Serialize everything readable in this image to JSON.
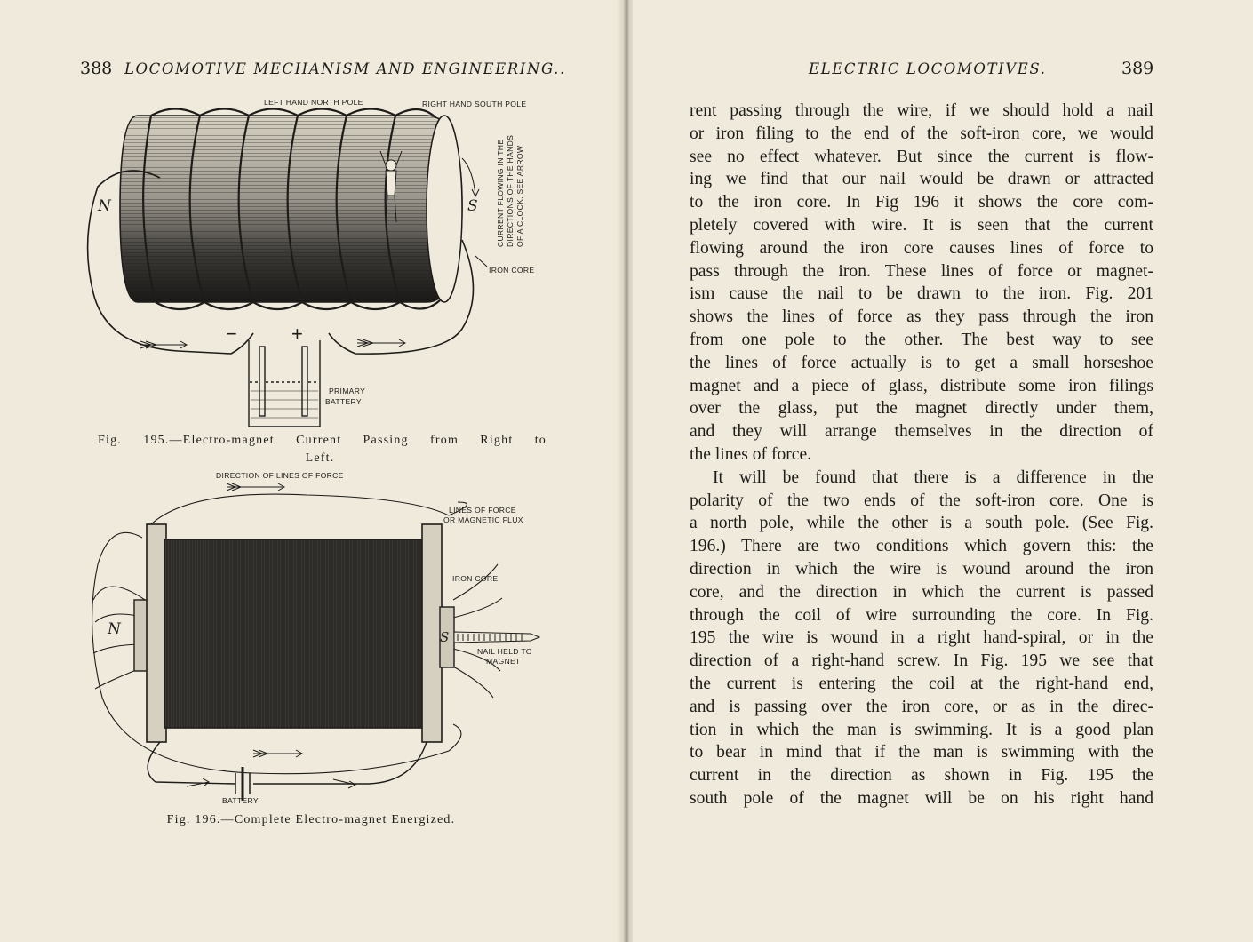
{
  "left_page": {
    "page_number": "388",
    "running_head": "LOCOMOTIVE MECHANISM AND ENGINEERING..",
    "fig195": {
      "labels": {
        "north_pole": "LEFT HAND NORTH POLE",
        "south_pole": "RIGHT HAND SOUTH POLE",
        "current_line1": "CURRENT FLOWING IN THE",
        "current_line2": "DIRECTIONS OF THE HANDS",
        "current_line3": "OF A CLOCK, SEE ARROW",
        "n": "N",
        "s": "S",
        "iron_core": "IRON CORE",
        "minus": "−",
        "plus": "+",
        "battery_line1": "PRIMARY",
        "battery_line2": "BATTERY"
      },
      "caption_line1": "Fig. 195.—Electro-magnet Current Passing from Right to",
      "caption_line2": "Left."
    },
    "fig196": {
      "labels": {
        "direction": "DIRECTION OF LINES OF FORCE",
        "flux_line1": "LINES OF FORCE",
        "flux_line2": "OR MAGNETIC FLUX",
        "iron_core": "IRON CORE",
        "n": "N",
        "s": "S",
        "nail_line1": "NAIL HELD TO",
        "nail_line2": "MAGNET",
        "battery": "BATTERY"
      },
      "caption": "Fig. 196.—Complete Electro-magnet Energized."
    }
  },
  "right_page": {
    "page_number": "389",
    "running_head": "ELECTRIC LOCOMOTIVES.",
    "lines": [
      "rent passing through the wire, if we should hold a nail",
      "or iron filing to the end of the soft-iron core, we would",
      "see no effect whatever. But since the current is flow-",
      "ing we find that our nail would be drawn or attracted",
      "to the iron core. In Fig 196 it shows the core com-",
      "pletely covered with wire. It is seen that the current",
      "flowing around the iron core causes lines of force to",
      "pass through the iron. These lines of force or magnet-",
      "ism cause the nail to be drawn to the iron. Fig. 201",
      "shows the lines of force as they pass through the iron",
      "from one pole to the other. The best way to see",
      "the lines of force actually is to get a small horseshoe",
      "magnet and a piece of glass, distribute some iron filings",
      "over the glass, put the magnet directly under them,",
      "and they will arrange themselves in the direction of",
      "the lines of force.",
      "It will be found that there is a difference in the",
      "polarity of the two ends of the soft-iron core. One is",
      "a north pole, while the other is a south pole. (See Fig.",
      "196.) There are two conditions which govern this: the",
      "direction in which the wire is wound around the iron",
      "core, and the direction in which the current is passed",
      "through the coil of wire surrounding the core. In Fig.",
      "195 the wire is wound in a right hand-spiral, or in the",
      "direction of a right-hand screw. In Fig. 195 we see that",
      "the current is entering the coil at the right-hand end,",
      "and is passing over the iron core, or as in the direc-",
      "tion in which the man is swimming. It is a good plan",
      "to bear in mind that if the man is swimming with the",
      "current in the direction as shown in Fig. 195 the",
      "south pole of the magnet will be on his right hand"
    ]
  }
}
